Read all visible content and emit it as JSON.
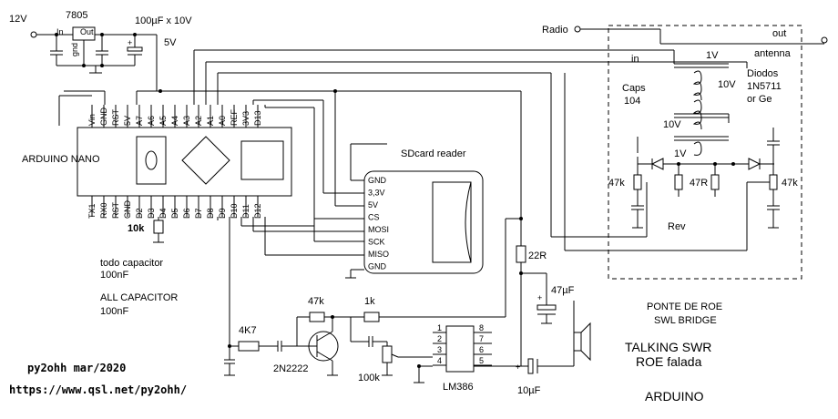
{
  "supply": {
    "v12": "12V",
    "reg": "7805",
    "reg_in": "In",
    "reg_out": "Out",
    "reg_gnd": "gnd",
    "cap": "100µF x 10V",
    "v5": "5V"
  },
  "arduino": {
    "name": "ARDUINO NANO",
    "top_pins": [
      "Vin",
      "GND",
      "RST",
      "5V",
      "A7",
      "A6",
      "A5",
      "A4",
      "A3",
      "A2",
      "A1",
      "A0",
      "REF",
      "3V3",
      "D13"
    ],
    "bottom_pins": [
      "TX1",
      "RX0",
      "RST",
      "GND",
      "D2",
      "D3",
      "D4",
      "D5",
      "D6",
      "D7",
      "D8",
      "D9",
      "D10",
      "D11",
      "D12"
    ]
  },
  "sdcard": {
    "title": "SDcard reader",
    "pins": [
      "GND",
      "3,3V",
      "5V",
      "CS",
      "MOSI",
      "SCK",
      "MISO",
      "GND"
    ]
  },
  "bridge": {
    "radio": "Radio",
    "out": "out",
    "antenna": "antenna",
    "diodes": "Diodos",
    "diode_type": "1N5711",
    "or_ge": "or Ge",
    "in": "in",
    "caps": "Caps",
    "caps_val": "104",
    "v1a": "1V",
    "v10a": "10V",
    "v10b": "10V",
    "v1b": "1V",
    "r47k_left": "47k",
    "r47r": "47R",
    "r47k_right": "47k",
    "rev": "Rev"
  },
  "amp": {
    "r10k": "10k",
    "note1": "todo capacitor",
    "note1b": "100nF",
    "note2": "ALL CAPACITOR",
    "note2b": "100nF",
    "r47k": "47k",
    "r1k": "1k",
    "r4k7": "4K7",
    "transistor": "2N2222",
    "pot": "100k",
    "ic": "LM386",
    "ic_pins_l": [
      "1",
      "2",
      "3",
      "4"
    ],
    "ic_pins_r": [
      "8",
      "7",
      "6",
      "5"
    ],
    "r22": "22R",
    "c47": "47µF",
    "c10": "10µF"
  },
  "titles": {
    "t1": "PONTE DE ROE",
    "t2": "SWL BRIDGE",
    "t3": "TALKING SWR",
    "t4": "ROE falada",
    "t5": "ARDUINO"
  },
  "credits": {
    "author": "py2ohh mar/2020",
    "url": "https://www.qsl.net/py2ohh/"
  }
}
